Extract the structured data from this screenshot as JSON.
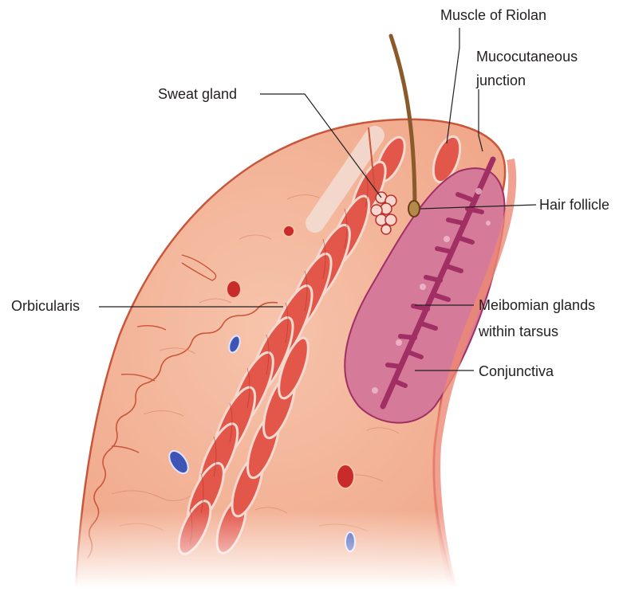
{
  "labels": {
    "muscle_of_riolan": "Muscle of Riolan",
    "mucocutaneous_line1": "Mucocutaneous",
    "mucocutaneous_line2": "junction",
    "sweat_gland": "Sweat gland",
    "hair_follicle": "Hair follicle",
    "orbicularis": "Orbicularis",
    "meibomian_line1": "Meibomian glands",
    "meibomian_line2": "within tarsus",
    "conjunctiva": "Conjunctiva"
  },
  "colors": {
    "skin": "#f2ab8c",
    "skin_light": "#f6c2a8",
    "skin_edge": "#c9553a",
    "muscle": "#e2574a",
    "muscle_dark": "#b8302c",
    "muscle_sheath": "#f4d9cf",
    "tarsus": "#d57a98",
    "meibomian": "#a12f63",
    "conjunctiva": "#ee8a76",
    "vein": "#3f55b5",
    "artery": "#c92a2a",
    "hair": "#8a5a2b",
    "leader": "#231f20"
  }
}
